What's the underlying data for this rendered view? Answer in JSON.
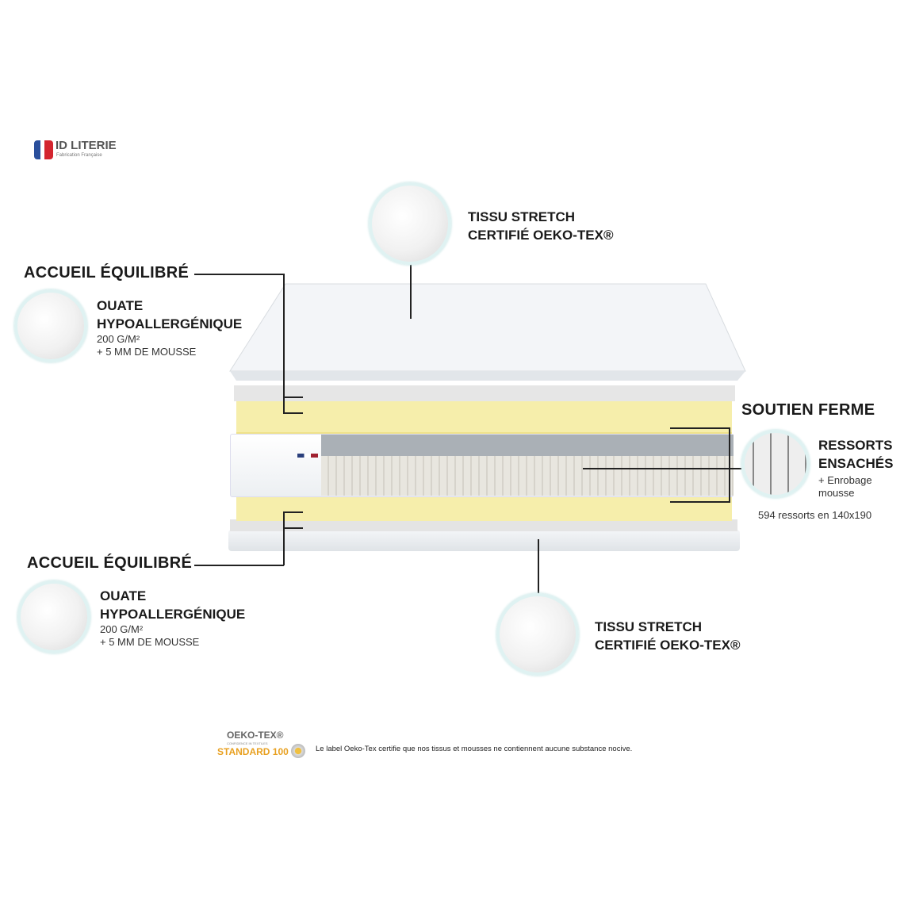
{
  "logo": {
    "brand": "ID LITERIE",
    "tagline": "Fabrication Française"
  },
  "top_fabric": {
    "line1": "TISSU STRETCH",
    "line2": "CERTIFIÉ OEKO-TEX®"
  },
  "comfort_top": {
    "heading": "ACCUEIL ÉQUILIBRÉ",
    "title1": "OUATE",
    "title2": "HYPOALLERGÉNIQUE",
    "detail1": "200 G/M²",
    "detail2": "+ 5 MM DE MOUSSE"
  },
  "support": {
    "heading": "SOUTIEN FERME",
    "title1": "RESSORTS",
    "title2": "ENSACHÉS",
    "detail1": "+ Enrobage",
    "detail2": "mousse",
    "count": "594 ressorts en 140x190"
  },
  "comfort_bottom": {
    "heading": "ACCUEIL ÉQUILIBRÉ",
    "title1": "OUATE",
    "title2": "HYPOALLERGÉNIQUE",
    "detail1": "200 G/M²",
    "detail2": "+ 5 MM DE MOUSSE"
  },
  "bottom_fabric": {
    "line1": "TISSU STRETCH",
    "line2": "CERTIFIÉ OEKO-TEX®"
  },
  "oeko": {
    "brand": "OEKO-TEX®",
    "tagline": "CONFIDENCE IN TEXTILES",
    "standard": "STANDARD 100",
    "note": "Le label Oeko-Tex certifie que nos tissus et mousses ne contiennent aucune substance nocive."
  },
  "colors": {
    "foam": "#f6eeab",
    "grey_layer": "#e6e6e6",
    "accent_orange": "#e8a020",
    "circle_border": "#dff2f2"
  }
}
